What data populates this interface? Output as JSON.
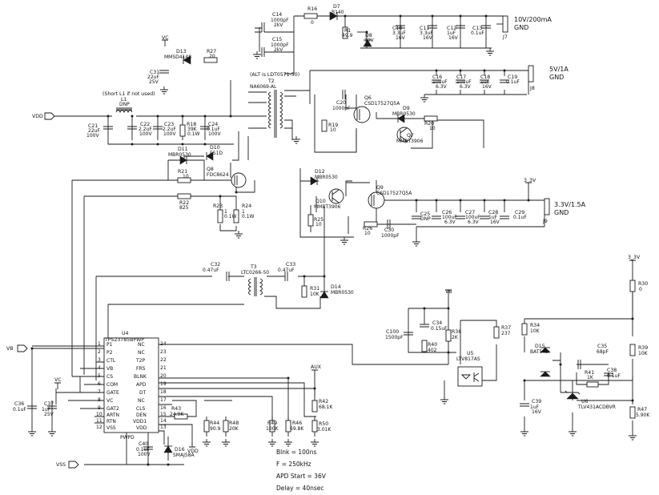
{
  "nets": {
    "vdd": "VDD",
    "vb": "VB",
    "vss": "VSS",
    "vc_top": "VC",
    "vc_left": "VC",
    "vb_mid": "VB",
    "aux": "AUX",
    "vdd_bot": "VDD",
    "v33_a": "3_3V",
    "v33_b": "3_3V"
  },
  "outputs": {
    "j7": {
      "name": "J7",
      "label": "10V/200mA",
      "gnd": "GND"
    },
    "j8": {
      "name": "J8",
      "label": "5V/1A",
      "gnd": "GND"
    },
    "j9": {
      "name": "J9",
      "label": "3.3V/1.5A",
      "gnd": "GND"
    }
  },
  "components": {
    "c14": {
      "ref": "C14",
      "v1": "1000pF",
      "v2": "2kV"
    },
    "c15": {
      "ref": "C15",
      "v1": "1000pF",
      "v2": "2kV"
    },
    "r16": {
      "ref": "R16",
      "v1": "0"
    },
    "d7": {
      "ref": "D7",
      "v1": "B140"
    },
    "r1": {
      "ref": "R1",
      "v1": "49.9"
    },
    "d8": {
      "ref": "D8",
      "v1": "10V"
    },
    "c10": {
      "ref": "C10",
      "v1": "3.3uF",
      "v2": "16V"
    },
    "c11": {
      "ref": "C11",
      "v1": "3.3uF",
      "v2": "16V"
    },
    "c12": {
      "ref": "C12",
      "v1": "1uF",
      "v2": "16V"
    },
    "c13": {
      "ref": "C13",
      "v1": "0.1uF"
    },
    "d13": {
      "ref": "D13",
      "v1": "MMSD4148"
    },
    "r27": {
      "ref": "R27",
      "v1": "20"
    },
    "c31": {
      "ref": "C31",
      "v1": "22uF",
      "v2": "25V"
    },
    "t2": {
      "ref": "T2",
      "v1": "NA6069-AL",
      "alt": "(ALT is LDT0571-50)"
    },
    "c16": {
      "ref": "C16",
      "v1": "100uF",
      "v2": "6.3V"
    },
    "c17": {
      "ref": "C17",
      "v1": "100uF",
      "v2": "6.3V"
    },
    "c18": {
      "ref": "C18",
      "v1": "1uF",
      "v2": "16V"
    },
    "c19": {
      "ref": "C19",
      "v1": "0.1uF"
    },
    "l1": {
      "ref": "L1",
      "v1": "DNP",
      "note": "(Short L1 if not used)"
    },
    "c20": {
      "ref": "C20",
      "v1": "1000pF"
    },
    "q6": {
      "ref": "Q6",
      "v1": "CSD17527Q5A"
    },
    "d9": {
      "ref": "D9",
      "v1": "MBR0530"
    },
    "r20": {
      "ref": "R20",
      "v1": "10"
    },
    "r19": {
      "ref": "R19",
      "v1": "10"
    },
    "q7": {
      "ref": "Q7",
      "v1": "MMBT3906"
    },
    "c21": {
      "ref": "C21",
      "v1": "22uF",
      "v2": "100V"
    },
    "c22": {
      "ref": "C22",
      "v1": "2.2uF",
      "v2": "100V"
    },
    "c23": {
      "ref": "C23",
      "v1": "2.2uF",
      "v2": "100V"
    },
    "r18": {
      "ref": "R18",
      "v1": "39K",
      "v2": "0.1W"
    },
    "c24": {
      "ref": "C24",
      "v1": "0.1uF",
      "v2": "100V"
    },
    "d10": {
      "ref": "D10",
      "v1": "ES1D"
    },
    "d11": {
      "ref": "D11",
      "v1": "MBR0530"
    },
    "r21": {
      "ref": "R21",
      "v1": "10"
    },
    "q8": {
      "ref": "Q8",
      "v1": "FDC8624"
    },
    "r22": {
      "ref": "R22",
      "v1": "825"
    },
    "r23": {
      "ref": "R23",
      "v1": "1",
      "v2": "0.1W"
    },
    "r24": {
      "ref": "R24",
      "v1": "1",
      "v2": "0.1W"
    },
    "d12": {
      "ref": "D12",
      "v1": "MBR0530"
    },
    "q9": {
      "ref": "Q9",
      "v1": "CSD17527Q5A"
    },
    "q10": {
      "ref": "Q10",
      "v1": "MMBT3906"
    },
    "r25": {
      "ref": "R25",
      "v1": "10"
    },
    "r26": {
      "ref": "R26",
      "v1": "10"
    },
    "c30": {
      "ref": "C30",
      "v1": "1000pF"
    },
    "c25": {
      "ref": "C25",
      "v1": "DNP"
    },
    "c26": {
      "ref": "C26",
      "v1": "100uF",
      "v2": "6.3V"
    },
    "c27": {
      "ref": "C27",
      "v1": "100uF",
      "v2": "6.3V"
    },
    "c28": {
      "ref": "C28",
      "v1": "1uF",
      "v2": "16V"
    },
    "c29": {
      "ref": "C29",
      "v1": "0.1uF"
    },
    "c32": {
      "ref": "C32",
      "v1": "0.47uF"
    },
    "t3": {
      "ref": "T3",
      "v1": "LTC0266-50"
    },
    "c33": {
      "ref": "C33",
      "v1": "0.47uF"
    },
    "r31": {
      "ref": "R31",
      "v1": "10K"
    },
    "d14": {
      "ref": "D14",
      "v1": "MBR0530"
    },
    "u4": {
      "ref": "U4",
      "v1": "TPS23785BPWP"
    },
    "c36": {
      "ref": "C36",
      "v1": "0.1uF"
    },
    "c37": {
      "ref": "C37",
      "v1": "1uF",
      "v2": "25V"
    },
    "c40": {
      "ref": "C40",
      "v1": "0.1uF",
      "v2": "100V"
    },
    "d16": {
      "ref": "D16",
      "v1": "SMAJ58A"
    },
    "r43": {
      "ref": "R43",
      "v1": "24.9K"
    },
    "r44": {
      "ref": "R44",
      "v1": "90.9"
    },
    "r48": {
      "ref": "R48",
      "v1": "20K"
    },
    "r49": {
      "ref": "R49",
      "v1": "100K"
    },
    "r46": {
      "ref": "R46",
      "v1": "69.8K"
    },
    "r42": {
      "ref": "R42",
      "v1": "68.1K"
    },
    "r50": {
      "ref": "R50",
      "v1": "3.01K"
    },
    "c100": {
      "ref": "C100",
      "v1": "1500pF"
    },
    "c34": {
      "ref": "C34",
      "v1": "0.15uF"
    },
    "r38": {
      "ref": "R38",
      "v1": "2K"
    },
    "r40": {
      "ref": "R40",
      "v1": "402"
    },
    "u5": {
      "ref": "U5",
      "v1": "LTV817AS"
    },
    "r37": {
      "ref": "R37",
      "v1": "237"
    },
    "r34": {
      "ref": "R34",
      "v1": "10K"
    },
    "d15": {
      "ref": "D15",
      "v1": "BAT54S"
    },
    "c35": {
      "ref": "C35",
      "v1": "68pF"
    },
    "r41": {
      "ref": "R41",
      "v1": "1K"
    },
    "c38": {
      "ref": "C38",
      "v1": "0.1uF"
    },
    "c39": {
      "ref": "C39",
      "v1": "1uF",
      "v2": "16V"
    },
    "u6": {
      "ref": "U6",
      "v1": "TLV431ACDBVR"
    },
    "r30": {
      "ref": "R30",
      "v1": "0"
    },
    "r39": {
      "ref": "R39",
      "v1": "10K"
    },
    "r47": {
      "ref": "R47",
      "v1": "5.90K"
    }
  },
  "u4_pins_left": [
    "P1",
    "P2",
    "CTL",
    "VB",
    "CS",
    "COM",
    "GATE",
    "VC",
    "GAT2",
    "ARTN",
    "RTN",
    "VSS"
  ],
  "u4_pins_right": [
    "NC",
    "NC",
    "T2P",
    "FRS",
    "BLNK",
    "APD",
    "DT",
    "NC",
    "CLS",
    "DEN",
    "VDD1",
    "VDD"
  ],
  "u4_pin_nums_left": [
    "1",
    "2",
    "3",
    "4",
    "5",
    "6",
    "7",
    "8",
    "9",
    "10",
    "11",
    "12"
  ],
  "u4_pin_nums_right": [
    "24",
    "23",
    "22",
    "21",
    "20",
    "19",
    "18",
    "17",
    "16",
    "15",
    "14",
    "13"
  ],
  "u4_bottom": "PWPD",
  "notes": [
    "Blnk = 100ns",
    "F = 250kHz",
    "APD Start = 36V",
    "Delay = 40nsec"
  ]
}
